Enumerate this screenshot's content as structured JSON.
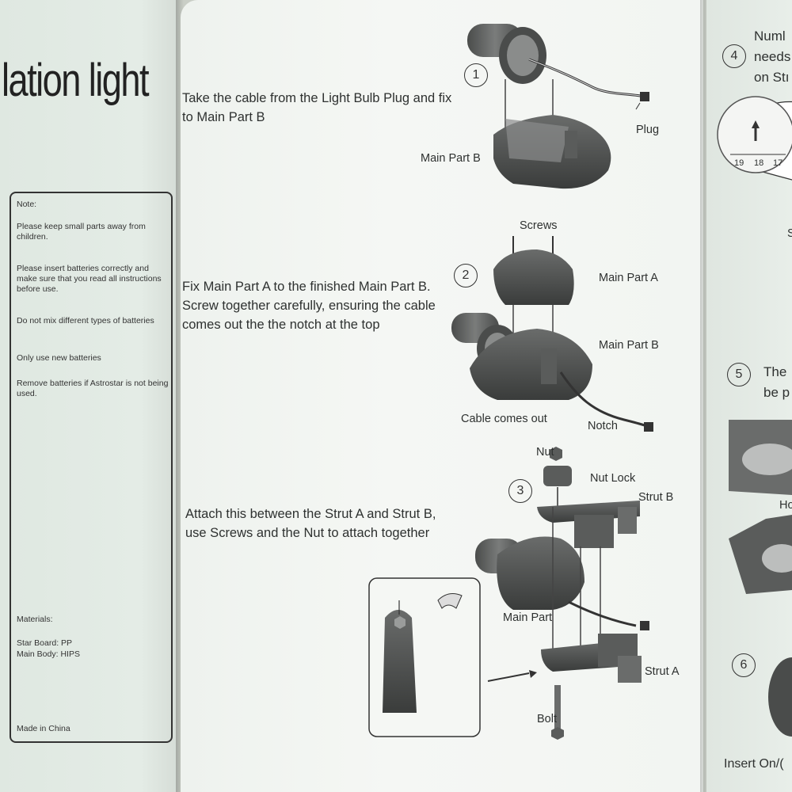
{
  "left": {
    "title": "lation light",
    "note_heading": "Note:",
    "notes": [
      "Please keep small parts away from children.",
      "Please insert batteries correctly and make sure that you read all instructions before use.",
      "Do not mix different types of batteries",
      "Only use new batteries",
      "Remove batteries if Astrostar is not being used."
    ],
    "materials_heading": "Materials:",
    "materials": [
      "Star Board: PP",
      "Main Body: HIPS"
    ],
    "made_in": "Made in China"
  },
  "steps": [
    {
      "number": "1",
      "instruction": "Take the cable from the Light Bulb Plug and fix to Main Part B",
      "labels": {
        "plug": "Plug",
        "main_part_b": "Main Part B"
      }
    },
    {
      "number": "2",
      "instruction": "Fix Main Part A to the finished Main Part B. Screw together carefully, ensuring the cable comes out the the notch at the top",
      "labels": {
        "screws": "Screws",
        "main_part_a": "Main Part A",
        "main_part_b": "Main Part B",
        "cable_out": "Cable comes out",
        "notch": "Notch"
      }
    },
    {
      "number": "3",
      "instruction": "Attach this between the Strut A and Strut B, use Screws and the Nut to attach together",
      "labels": {
        "nut": "Nut",
        "nut_lock": "Nut Lock",
        "strut_b": "Strut B",
        "main_part": "Main Part",
        "strut_a": "Strut A",
        "bolt": "Bolt"
      }
    }
  ],
  "right": {
    "step4": {
      "number": "4",
      "lines": [
        "Numl",
        "needs",
        "on Stı"
      ],
      "scale_ticks": [
        "19",
        "18",
        "17"
      ],
      "side_letter": "S"
    },
    "step5": {
      "number": "5",
      "lines": [
        "The",
        "be p"
      ],
      "label": "Ho"
    },
    "step6": {
      "number": "6"
    },
    "bottom_text": "Insert On/("
  }
}
